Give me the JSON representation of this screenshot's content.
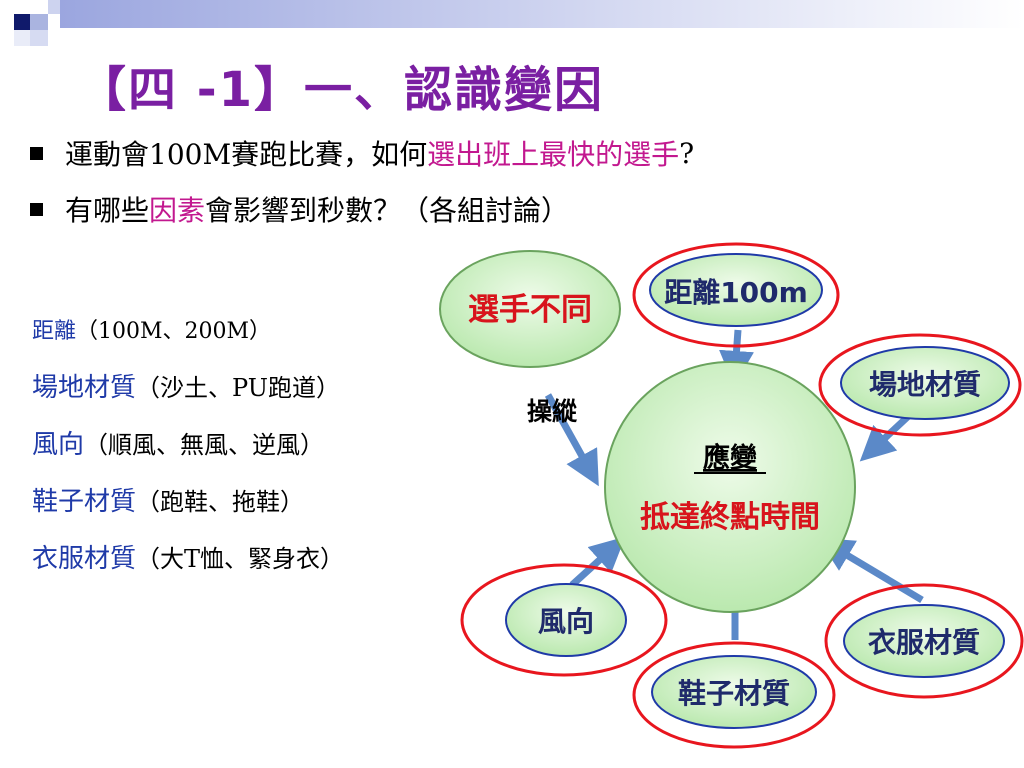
{
  "title": "【四 -1】一、認識變因",
  "bullets": [
    {
      "parts": [
        {
          "text": "運動會100M賽跑比賽，如何",
          "hl": false
        },
        {
          "text": "選出班上最快的選手",
          "hl": true
        },
        {
          "text": "?",
          "hl": false
        }
      ]
    },
    {
      "parts": [
        {
          "text": "有哪些",
          "hl": false
        },
        {
          "text": "因素",
          "hl": true
        },
        {
          "text": "會影響到秒數？（各組討論）",
          "hl": false
        }
      ]
    }
  ],
  "factors": [
    {
      "label": "距離",
      "detail": "（100M、200M）"
    },
    {
      "label": "場地材質",
      "detail": "（沙土、PU跑道）"
    },
    {
      "label": "風向",
      "detail": "（順風、無風、逆風）"
    },
    {
      "label": "鞋子材質",
      "detail": "（跑鞋、拖鞋）"
    },
    {
      "label": "衣服材質",
      "detail": "（大T恤、緊身衣）"
    }
  ],
  "diagram": {
    "center_top": "應變",
    "center_bottom": "抵達終點時間",
    "manipulated_label": "操縱",
    "manipulated_node": "選手不同",
    "control_nodes": {
      "distance": "距離100m",
      "ground": "場地材質",
      "wind": "風向",
      "clothes": "衣服材質",
      "shoes": "鞋子材質"
    }
  },
  "colors": {
    "title": "#7a1fa2",
    "highlight": "#c2188f",
    "factor_label": "#1f3aa8",
    "node_fill": "#c9efc0",
    "circle_red": "#e8161e",
    "arrow": "#5b89c8",
    "red_text": "#d8141c"
  }
}
